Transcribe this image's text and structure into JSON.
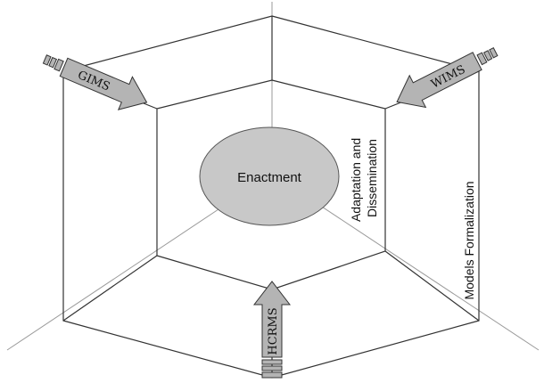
{
  "center": {
    "label": "Enactment"
  },
  "inner_label": {
    "line1": "Adaptation and",
    "line2": "Dissemination"
  },
  "outer_label": {
    "text": "Models Formalization"
  },
  "arrows": {
    "gims": "GIMS",
    "wims": "WIMS",
    "hcrms": "HCRMS"
  },
  "colors": {
    "ellipse_fill": "#c8c8c8",
    "arrow_fill": "#b4b4b4",
    "line": "#333333",
    "ray": "#9a9a9a"
  }
}
